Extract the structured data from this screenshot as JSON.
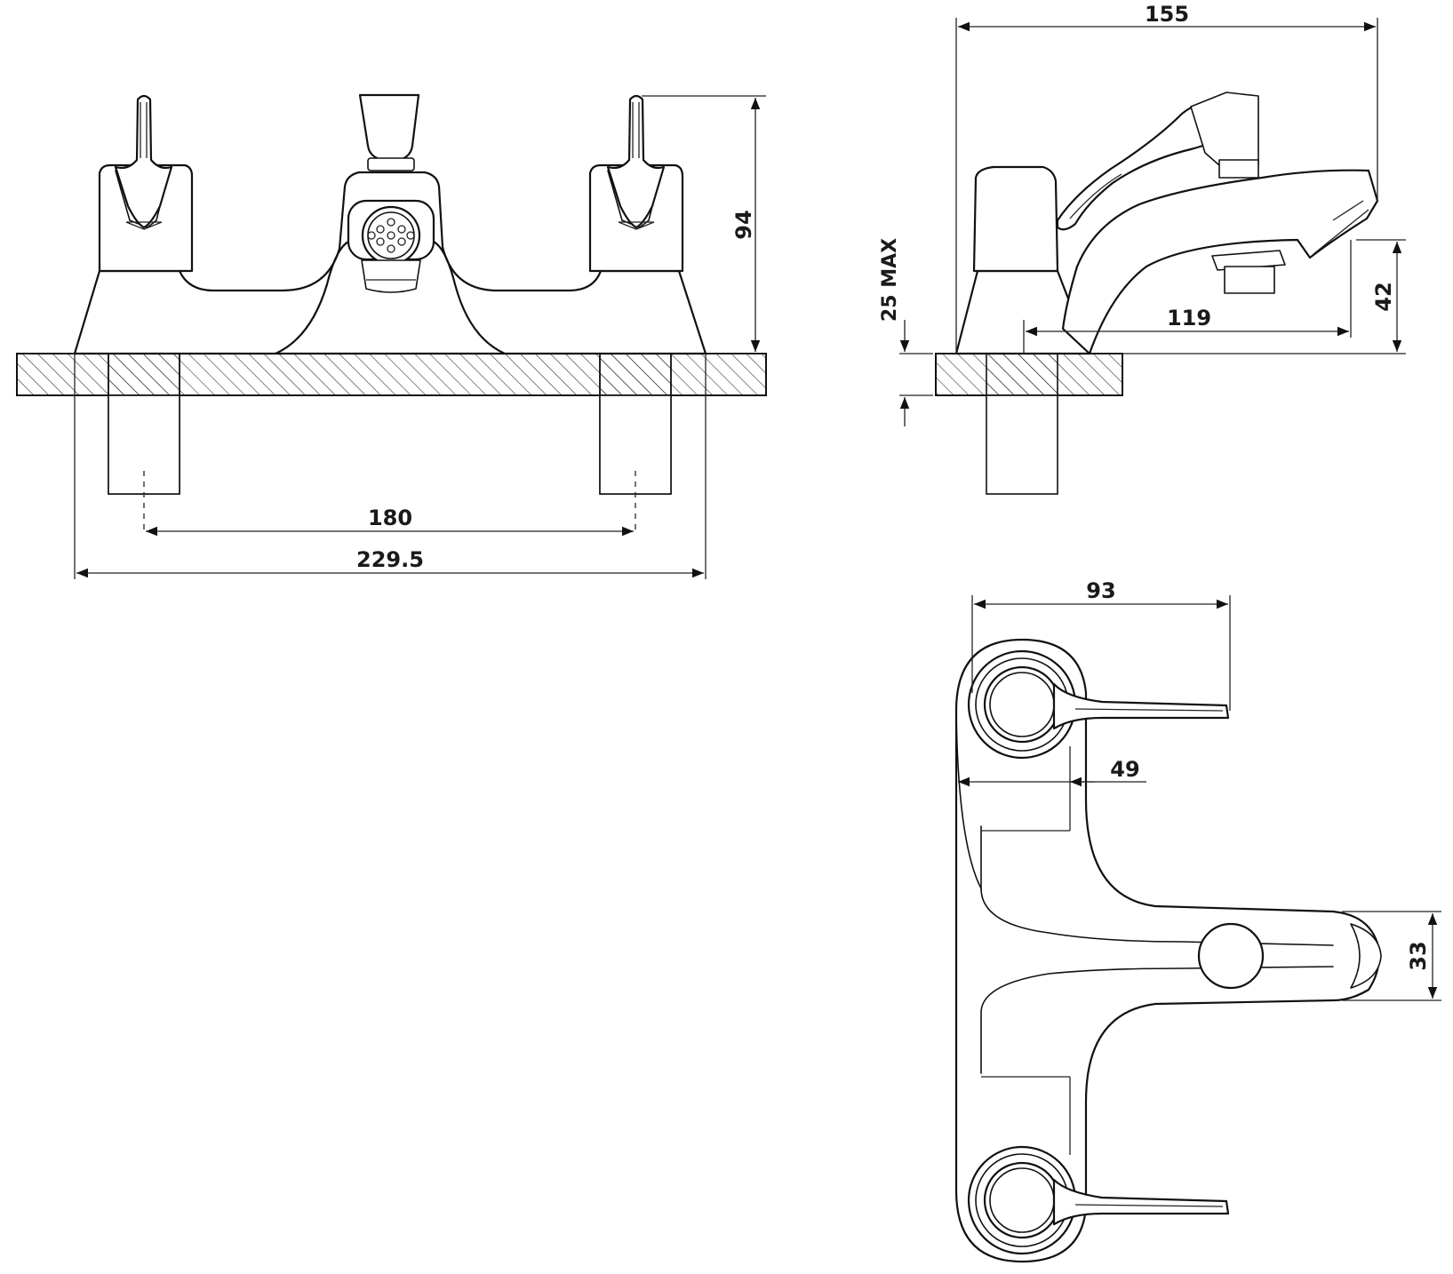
{
  "dimensions": {
    "front_height": "94",
    "front_centres": "180",
    "front_width": "229.5",
    "side_depth": "155",
    "side_deck_thickness": "25 MAX",
    "side_spout_projection": "119",
    "side_spout_height": "42",
    "plan_depth": "93",
    "plan_offset": "49",
    "plan_spout_width": "33"
  },
  "colors": {
    "line": "#111111",
    "background": "#ffffff"
  }
}
